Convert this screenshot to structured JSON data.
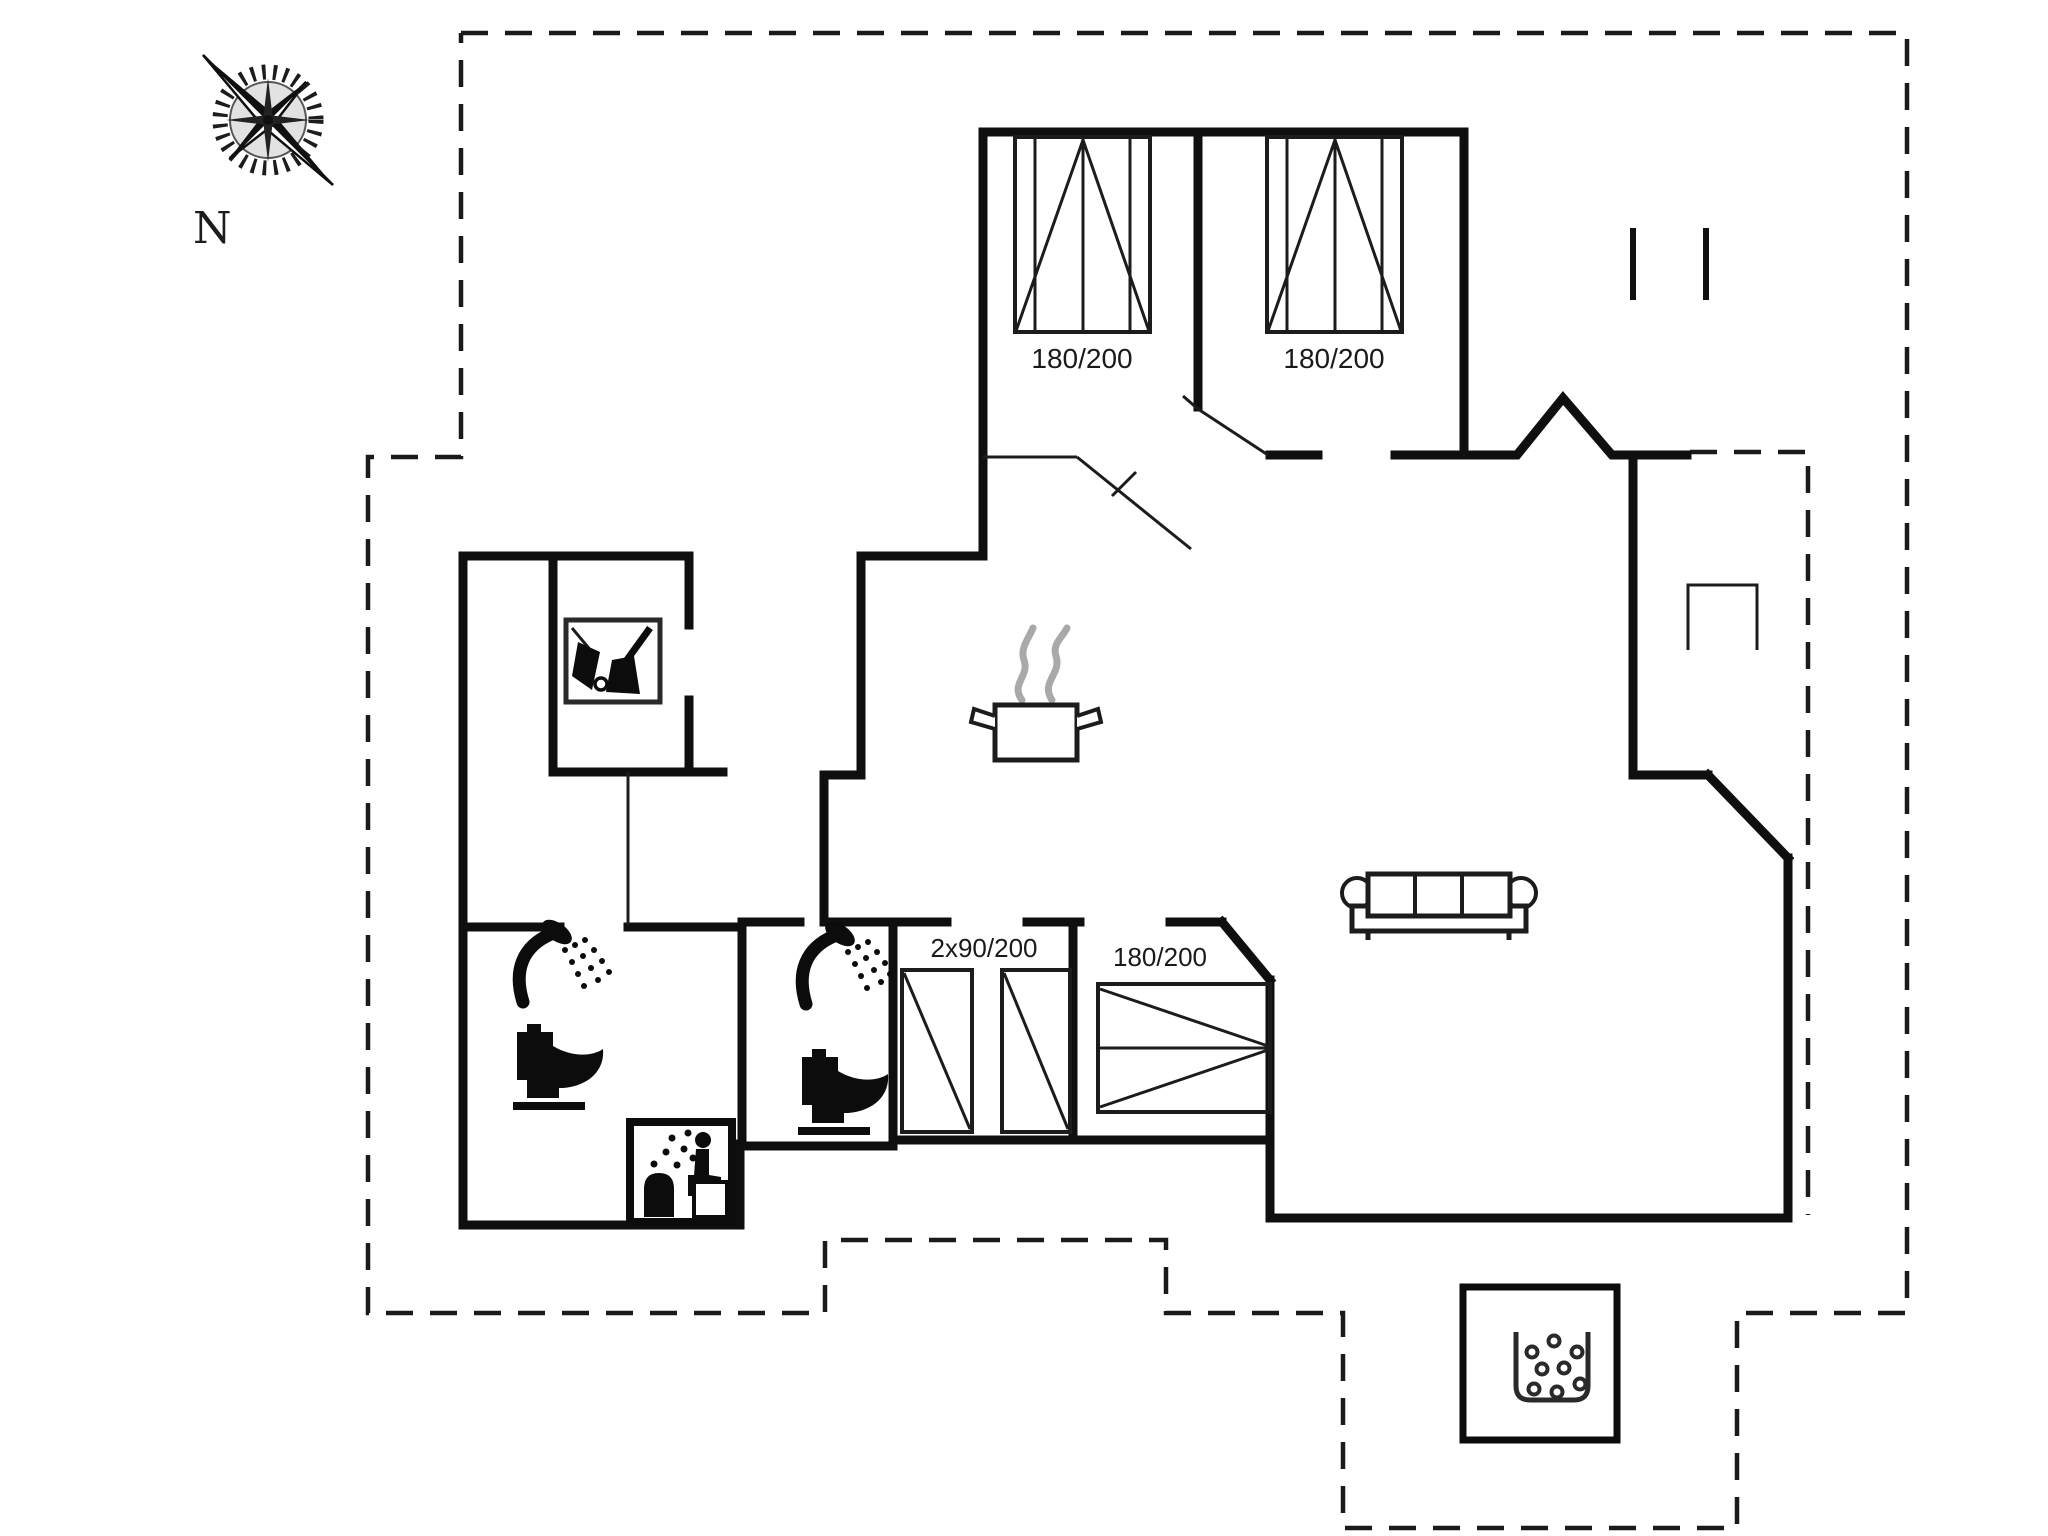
{
  "compass": {
    "label": "N"
  },
  "labels": {
    "bedroom1_bed": "180/200",
    "bedroom2_bed": "180/200",
    "kids_room_beds": "2x90/200",
    "bedroom3_bed": "180/200"
  },
  "colors": {
    "background": "#ffffff",
    "walls": "#0f0f0f",
    "terrace_outline": "#1a1a1a",
    "steam": "#a9a9a9",
    "text": "#1a1a1a"
  },
  "features": [
    "compass-rose",
    "terrace-dashed-boundary",
    "double-bed",
    "double-bed",
    "cleaning-closet",
    "kitchen-pot",
    "shower",
    "toilet",
    "shower",
    "toilet",
    "sauna",
    "single-bed",
    "single-bed",
    "double-bed",
    "sofa",
    "hot-tub",
    "garden-bench",
    "gate-marks"
  ]
}
